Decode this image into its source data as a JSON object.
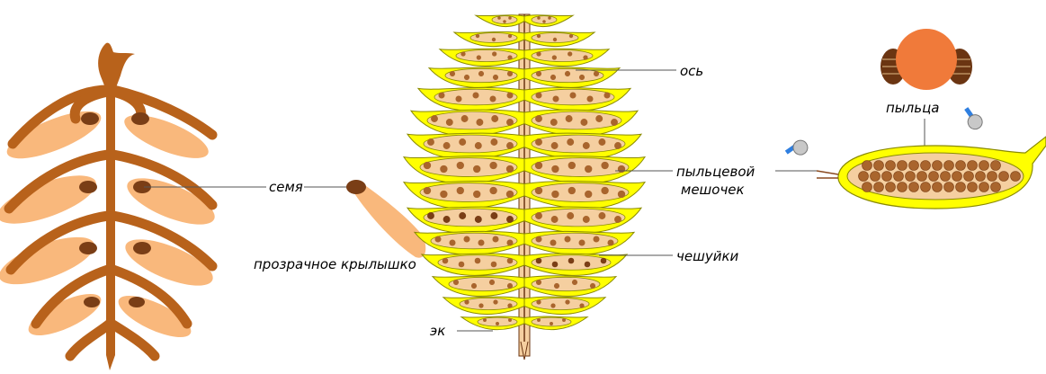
{
  "labels": {
    "seed": "семя",
    "wing": "прозрачное крылышко",
    "axis": "ось",
    "pollen_sac_line1": "пыльцевой",
    "pollen_sac_line2": "мешочек",
    "scales": "чешуйки",
    "pollen": "пыльца",
    "stalk": "эк"
  },
  "colors": {
    "brown": "#b8621b",
    "peach": "#f9b87c",
    "yellow": "#ffff00",
    "yellow_outline": "#8a8a00",
    "sac_fill": "#f5cfa0",
    "dot": "#a9652d",
    "dot_dark": "#7a3e16",
    "pollen_orange": "#f07a3a",
    "pollen_wing": "#6b3512"
  },
  "icons": [
    "pin-icon",
    "pin-icon"
  ]
}
